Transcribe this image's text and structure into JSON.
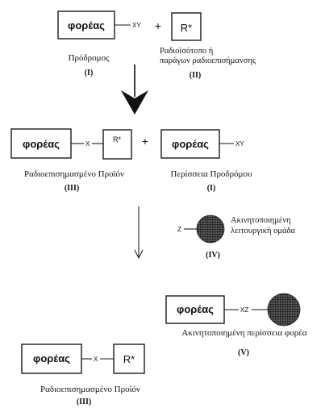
{
  "carrier": "φορέας",
  "radiolabel": "R*",
  "plus": "+",
  "groups": {
    "xy": "XY",
    "x": "X",
    "xz": "XZ",
    "z": "Z"
  },
  "step1": {
    "precursor_label": "Πρόδρομος",
    "precursor_num": "(I)",
    "isotope_label_1": "Ραδιοϊσότοπο ή",
    "isotope_label_2": "παράγων ραδιοεπισήμανσης",
    "isotope_num": "(II)"
  },
  "step2": {
    "product_label": "Ραδιοεπισημασμένο Προϊόν",
    "product_num": "(III)",
    "excess_label": "Περίσσεια Προδρόμου",
    "excess_num": "(I)",
    "immobilized_label_1": "Ακινητοποιημένη",
    "immobilized_label_2": "λειτουργική ομάδα",
    "immobilized_num": "(IV)"
  },
  "step3": {
    "immobilized_excess_label": "Ακινητοποιημένη περίσσεια φορέα",
    "immobilized_excess_num": "(V)",
    "final_product_label": "Ραδιοεπισημασμένο Προϊόν",
    "final_product_num": "(III)"
  }
}
